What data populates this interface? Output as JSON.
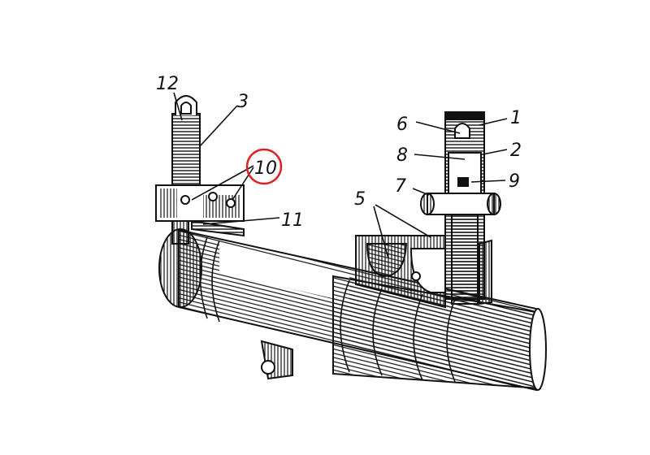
{
  "callouts": [
    {
      "id": "label-12",
      "text": "12"
    },
    {
      "id": "label-3",
      "text": "3"
    },
    {
      "id": "label-10",
      "text": "10"
    },
    {
      "id": "label-11",
      "text": "11"
    },
    {
      "id": "label-6",
      "text": "6"
    },
    {
      "id": "label-1",
      "text": "1"
    },
    {
      "id": "label-8",
      "text": "8"
    },
    {
      "id": "label-2",
      "text": "2"
    },
    {
      "id": "label-7",
      "text": "7"
    },
    {
      "id": "label-9",
      "text": "9"
    },
    {
      "id": "label-5",
      "text": "5"
    }
  ],
  "highlight": {
    "target": "10",
    "color": "#e02020"
  },
  "ink_color": "#111111",
  "paper_color": "#ffffff"
}
